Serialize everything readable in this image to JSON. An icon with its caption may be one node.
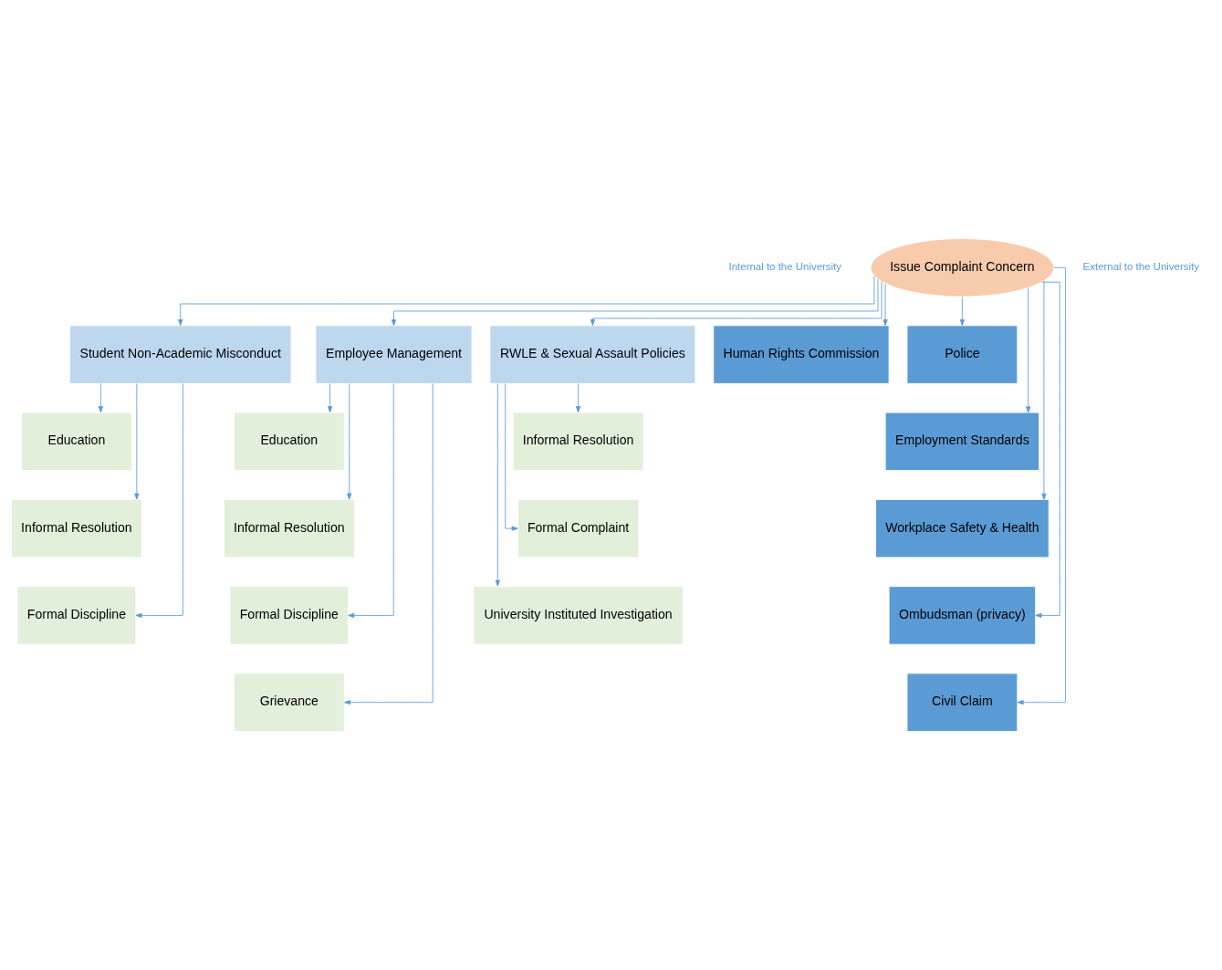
{
  "diagram": {
    "nodes": [
      {
        "text": [
          "Issue Complaint Concern"
        ]
      },
      {
        "text": [
          "Student Non-Academic Misconduct"
        ]
      },
      {
        "text": [
          "Employee Management"
        ]
      },
      {
        "text": [
          "RWLE & Sexual Assault Policies"
        ]
      },
      {
        "text": [
          "Human Rights Commission"
        ]
      },
      {
        "text": [
          "Police"
        ]
      },
      {
        "text": [
          "Employment Standards"
        ]
      },
      {
        "text": [
          "Workplace Safety & Health"
        ]
      },
      {
        "text": [
          "Ombudsman (privacy)"
        ]
      },
      {
        "text": [
          "Civil Claim"
        ]
      },
      {
        "text": [
          "Education"
        ]
      },
      {
        "text": [
          "Informal Resolution"
        ]
      },
      {
        "text": [
          "Formal Discipline"
        ]
      },
      {
        "text": [
          "Education"
        ]
      },
      {
        "text": [
          "Informal Resolution"
        ]
      },
      {
        "text": [
          "Formal Discipline"
        ]
      },
      {
        "text": [
          "Grievance"
        ]
      },
      {
        "text": [
          "Informal Resolution"
        ]
      },
      {
        "text": [
          "Formal Complaint"
        ]
      },
      {
        "text": [
          "University Instituted Investigation"
        ]
      }
    ],
    "edges": [
      {
        "from": 0,
        "to": 1,
        "arrow": "to"
      },
      {
        "from": 0,
        "to": 2,
        "arrow": "to"
      },
      {
        "from": 0,
        "to": 3,
        "arrow": "to"
      },
      {
        "from": 0,
        "to": 4,
        "arrow": "to"
      },
      {
        "from": 0,
        "to": 5,
        "arrow": "to"
      },
      {
        "from": 0,
        "to": 6,
        "arrow": "to"
      },
      {
        "from": 0,
        "to": 7,
        "arrow": "to"
      },
      {
        "from": 0,
        "to": 8,
        "arrow": "to"
      },
      {
        "from": 0,
        "to": 9,
        "arrow": "to"
      },
      {
        "from": 1,
        "to": 10,
        "arrow": "to"
      },
      {
        "from": 1,
        "to": 11,
        "arrow": "to"
      },
      {
        "from": 1,
        "to": 12,
        "arrow": "to"
      },
      {
        "from": 2,
        "to": 13,
        "arrow": "to"
      },
      {
        "from": 2,
        "to": 14,
        "arrow": "to"
      },
      {
        "from": 2,
        "to": 15,
        "arrow": "to"
      },
      {
        "from": 2,
        "to": 16,
        "arrow": "to"
      },
      {
        "from": 3,
        "to": 17,
        "arrow": "to"
      },
      {
        "from": 3,
        "to": 18,
        "arrow": "to"
      },
      {
        "from": 3,
        "to": 19,
        "arrow": "to"
      }
    ],
    "labels": [
      "Internal to the University",
      "External to the University"
    ]
  }
}
